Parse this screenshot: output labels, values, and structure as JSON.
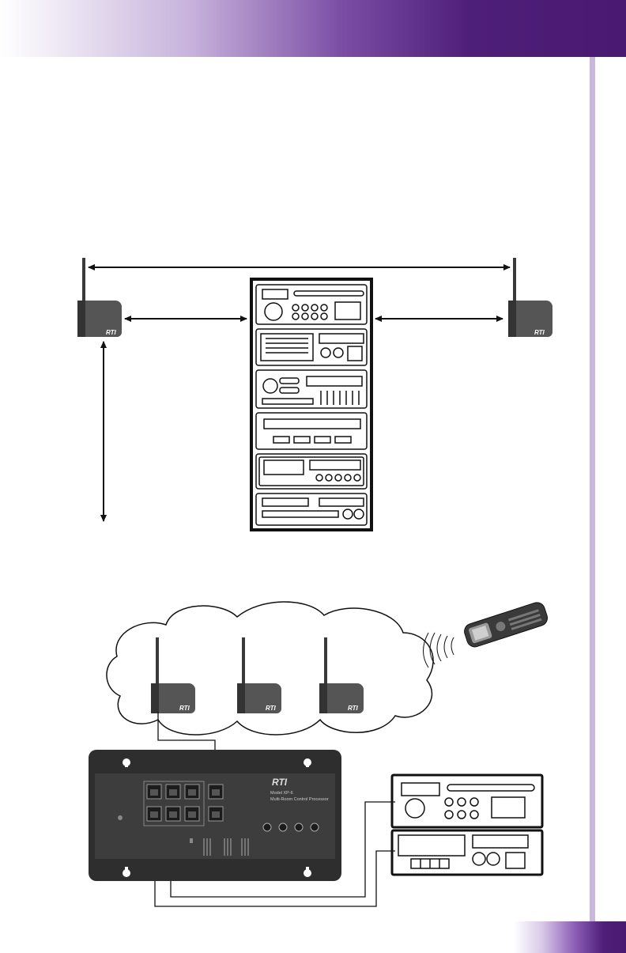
{
  "header": {
    "accent_color": "#4a1a72"
  },
  "side_stripe": {
    "color": "#c9b7dd"
  },
  "footer": {
    "page_number": ""
  },
  "diagram_top": {
    "left_antenna_logo": "RTI",
    "right_antenna_logo": "RTI"
  },
  "diagram_bottom": {
    "antenna_logos": [
      "RTI",
      "RTI",
      "RTI"
    ],
    "processor": {
      "logo": "RTI",
      "model": "Model XP-6",
      "description": "Multi-Room Control Processor"
    }
  }
}
